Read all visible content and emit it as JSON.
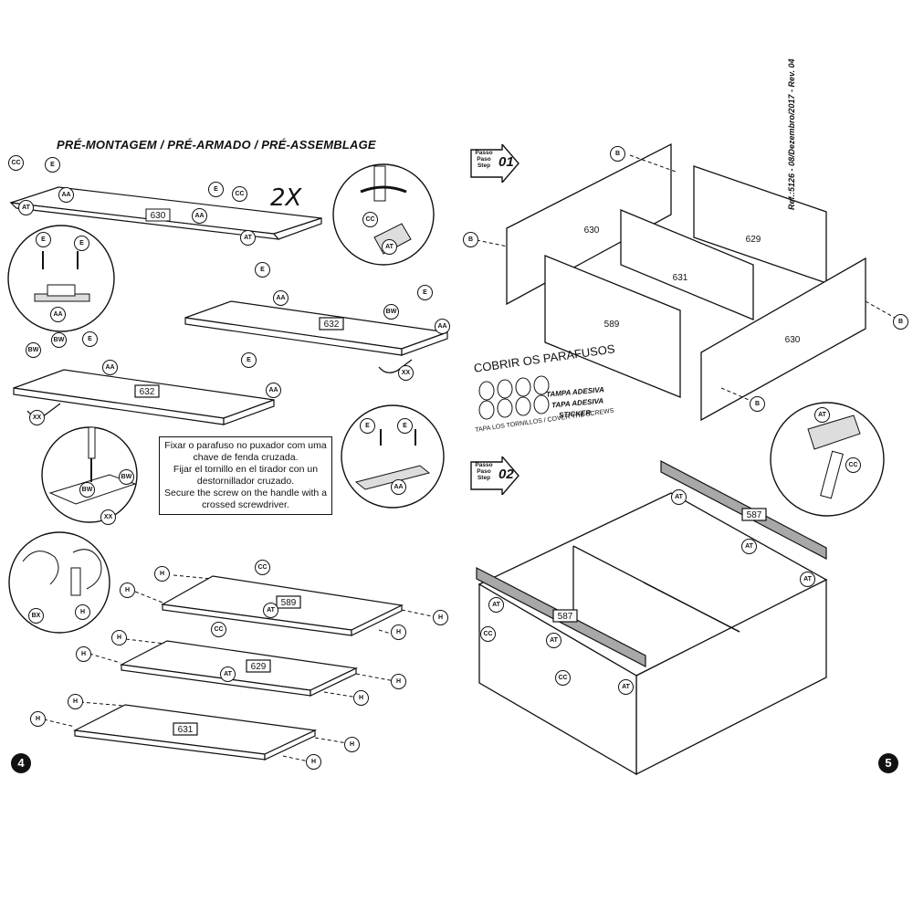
{
  "header": {
    "title": "PRÉ-MONTAGEM / PRÉ-ARMADO / PRÉ-ASSEMBLAGE",
    "multiplier": "2X",
    "reference": "Ref.:5126 - 08/Dezembro/2017 - Rev. 04"
  },
  "note": {
    "pt": "Fixar o parafuso no puxador com uma chave de fenda cruzada.",
    "es": "Fijar el tornillo en el tirador con un destornillador cruzado.",
    "en": "Secure the screw on the handle with a crossed screwdriver."
  },
  "steps": [
    {
      "label_1": "Passo",
      "label_2": "Paso",
      "label_3": "Step",
      "number": "01"
    },
    {
      "label_1": "Passo",
      "label_2": "Paso",
      "label_3": "Step",
      "number": "02"
    }
  ],
  "sticker": {
    "heading": "COBRIR OS PARAFUSOS",
    "line_1": "TAMPA ADESIVA",
    "line_2": "TAPA ADESIVA",
    "line_3": "STICKER",
    "footer": "TAPA LOS TORNILLOS / COVER THE SCREWS"
  },
  "parts": {
    "p630": "630",
    "p632": "632",
    "p589": "589",
    "p629": "629",
    "p631": "631",
    "p587": "587"
  },
  "hardware": {
    "E": "E",
    "CC": "CC",
    "AT": "AT",
    "AA": "AA",
    "BW": "BW",
    "XX": "XX",
    "BX": "BX",
    "H": "H",
    "B": "B"
  },
  "pages": {
    "left": "4",
    "right": "5"
  }
}
